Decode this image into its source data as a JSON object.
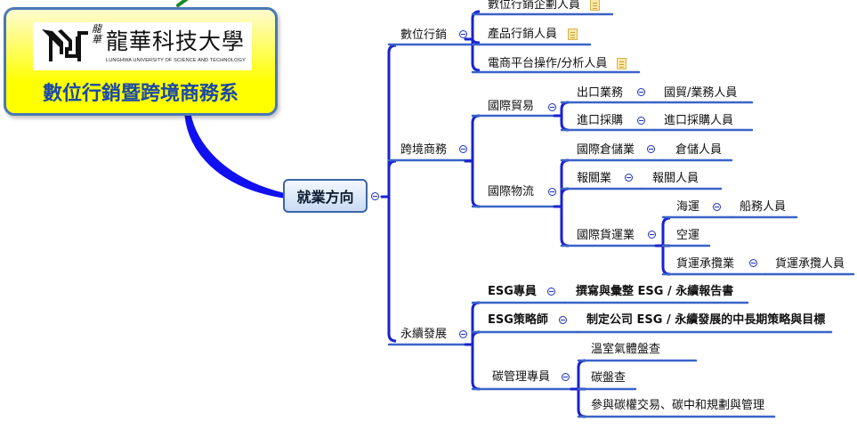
{
  "logo": {
    "vertical": "龍華",
    "chinese": "龍華科技大學",
    "english": "LUNGHWA UNIVERSITY OF SCIENCE AND TECHNOLOGY"
  },
  "department_title": "數位行銷暨跨境商務系",
  "center": "就業方向",
  "branches": [
    {
      "label": "數位行銷",
      "children": [
        "數位行銷企劃人員",
        "產品行銷人員",
        "電商平台操作/分析人員"
      ]
    },
    {
      "label": "跨境商務",
      "children": [
        {
          "label": "國際貿易",
          "children": [
            {
              "label": "出口業務",
              "children": [
                "國貿/業務人員"
              ]
            },
            {
              "label": "進口採購",
              "children": [
                "進口採購人員"
              ]
            }
          ]
        },
        {
          "label": "國際物流",
          "children": [
            {
              "label": "國際倉儲業",
              "children": [
                "倉儲人員"
              ]
            },
            {
              "label": "報關業",
              "children": [
                "報關人員"
              ]
            },
            {
              "label": "國際貨運業",
              "children": [
                {
                  "label": "海運",
                  "children": [
                    "船務人員"
                  ]
                },
                {
                  "label": "空運"
                },
                {
                  "label": "貨運承攬業",
                  "children": [
                    "貨運承攬人員"
                  ]
                }
              ]
            }
          ]
        }
      ]
    },
    {
      "label": "永續發展",
      "children": [
        {
          "label": "ESG專員",
          "children": [
            "撰寫與彙整 ESG / 永續報告書"
          ]
        },
        {
          "label": "ESG策略師",
          "children": [
            "制定公司 ESG / 永續發展的中長期策略與目標"
          ]
        },
        {
          "label": "碳管理專員",
          "children": [
            "溫室氣體盤查",
            "碳盤查",
            "參與碳權交易、碳中和規劃與管理"
          ]
        }
      ]
    }
  ]
}
